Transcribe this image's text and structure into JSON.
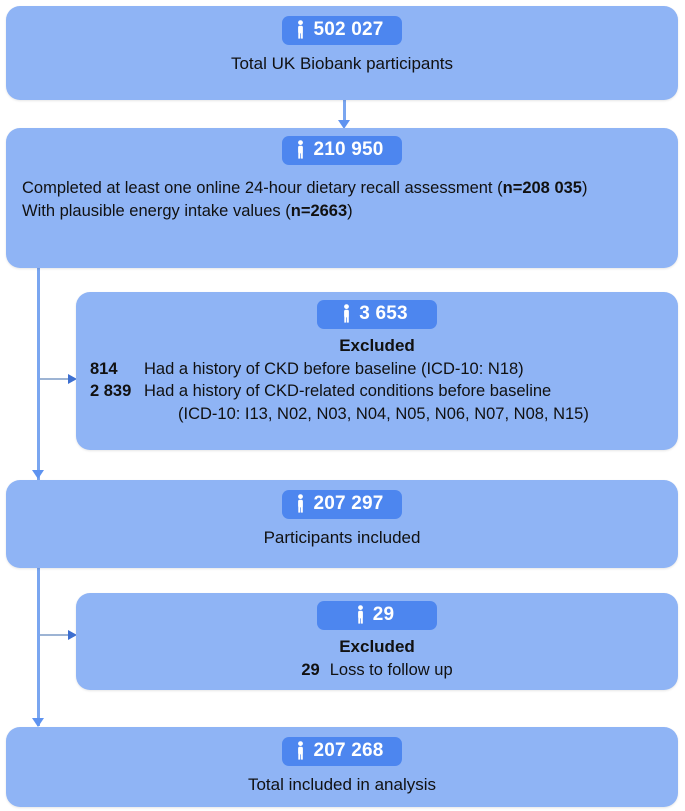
{
  "diagram": {
    "title": "UK Biobank CKD study participant flow",
    "type": "flowchart",
    "colors": {
      "box_fill": "#8fb4f5",
      "badge_fill": "#4d86ef",
      "badge_text": "#ffffff",
      "text": "#111111",
      "connector": "#7aa6f0",
      "connector_branch": "#9db4d4",
      "background": "#ffffff"
    },
    "badge_icon": "person-icon"
  },
  "nodes": {
    "total_participants": {
      "count": "502 027",
      "caption": "Total UK Biobank participants"
    },
    "dietary_recall": {
      "count": "210 950",
      "line1": "Completed at least one online 24-hour dietary recall assessment",
      "line1_bold": "(n=208 035)",
      "line1_prefix": "(",
      "line1_n": "n=208 035",
      "line2_before": "With plausible energy intake values (",
      "line2_n": "n=2663",
      "line2_after": ")"
    },
    "excluded_ckd": {
      "count": "3 653",
      "title": "Excluded",
      "reasons": [
        {
          "num": "814",
          "text": "Had a history of CKD before baseline (ICD-10: N18)",
          "continuation": ""
        },
        {
          "num": "2 839",
          "text": "Had a history of CKD-related conditions before baseline",
          "continuation": "(ICD-10: I13, N02, N03, N04, N05, N06, N07, N08, N15)"
        }
      ]
    },
    "participants_included": {
      "count": "207 297",
      "caption": "Participants included"
    },
    "excluded_followup": {
      "count": "29",
      "title": "Excluded",
      "reasons": [
        {
          "num": "29",
          "text": "Loss to follow up",
          "continuation": ""
        }
      ]
    },
    "total_analysis": {
      "count": "207 268",
      "caption": "Total included in analysis"
    }
  }
}
